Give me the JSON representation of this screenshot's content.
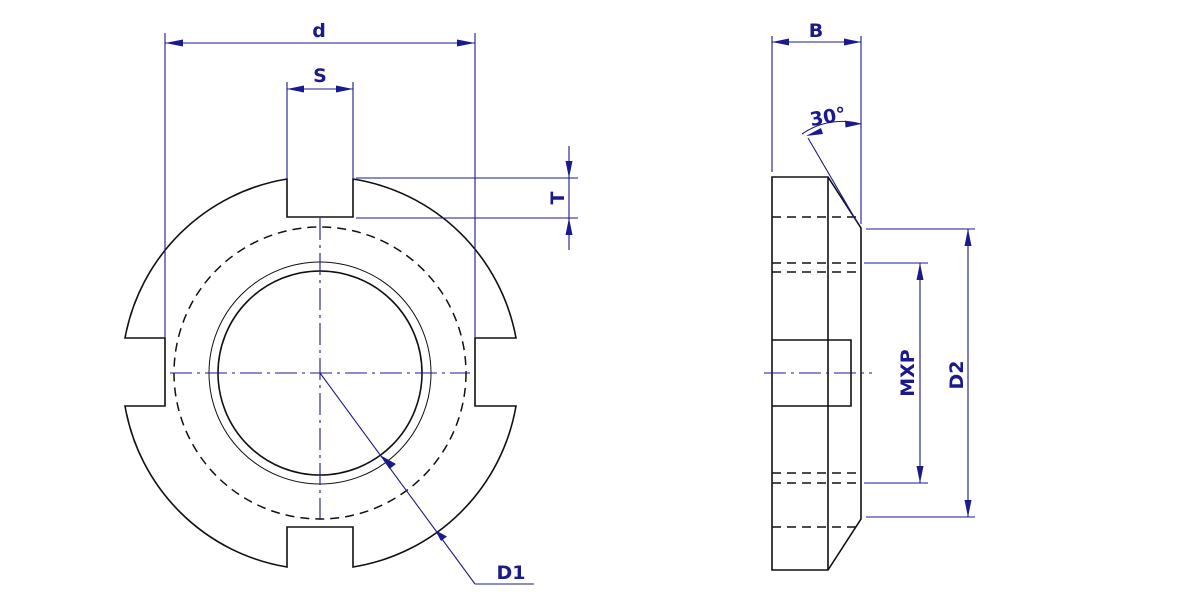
{
  "labels": {
    "d": "d",
    "S": "S",
    "T": "T",
    "D1": "D1",
    "B": "B",
    "angle": "30°",
    "MXP": "MXP",
    "D2": "D2"
  },
  "colors": {
    "dimension": "#1a1a8c",
    "outline": "#111111",
    "background": "#ffffff"
  }
}
